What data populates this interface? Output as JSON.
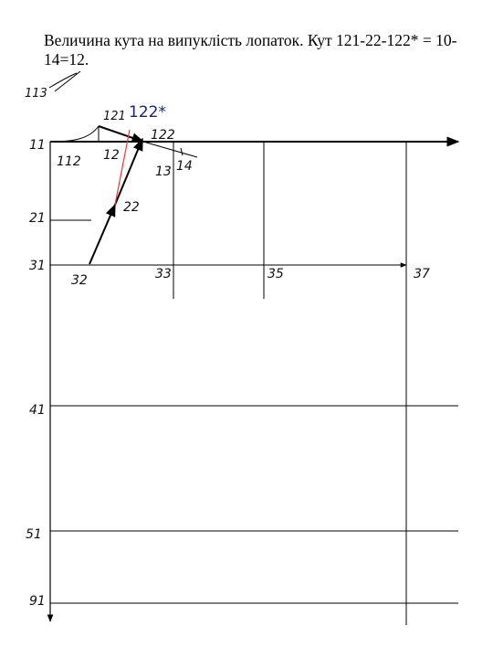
{
  "title": "Величина кута на випуклість лопаток. Кут 121-22-122* = 10-14=12.",
  "labels": {
    "p113": "113",
    "p121": "121",
    "p122star": "122*",
    "p122": "122",
    "p11": "11",
    "p112": "112",
    "p12": "12",
    "p13": "13",
    "p14": "14",
    "p22": "22",
    "p21": "21",
    "p31": "31",
    "p32": "32",
    "p33": "33",
    "p35": "35",
    "p37": "37",
    "p41": "41",
    "p51": "51",
    "p91": "91"
  },
  "colors": {
    "lines": "#000000",
    "accent_line": "#e53935",
    "accent_label": "#1a237e"
  }
}
